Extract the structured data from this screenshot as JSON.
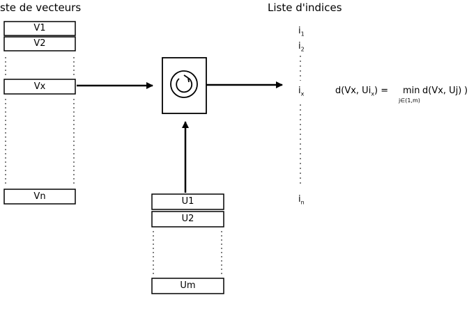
{
  "vectors": {
    "title": "ste de vecteurs",
    "cells": [
      "V1",
      "V2",
      "Vx",
      "Vn"
    ]
  },
  "codebook": {
    "cells": [
      "U1",
      "U2",
      "Um"
    ]
  },
  "indices": {
    "title": "Liste d'indices",
    "items": [
      {
        "base": "i",
        "sub": "1"
      },
      {
        "base": "i",
        "sub": "2"
      },
      {
        "base": "i",
        "sub": "x"
      },
      {
        "base": "i",
        "sub": "n"
      }
    ]
  },
  "formula": {
    "lhs": "d(Vx, Ui",
    "lhs_sub": "x",
    "lhs_close": ") =",
    "min": "min",
    "min_range": "j∈(1,m)",
    "rhs": "d(Vx, Uj)",
    "rhs_close": ")"
  },
  "icons": {
    "process": "circular-arrow-icon"
  },
  "colors": {
    "stroke": "#000000",
    "background": "#ffffff"
  }
}
